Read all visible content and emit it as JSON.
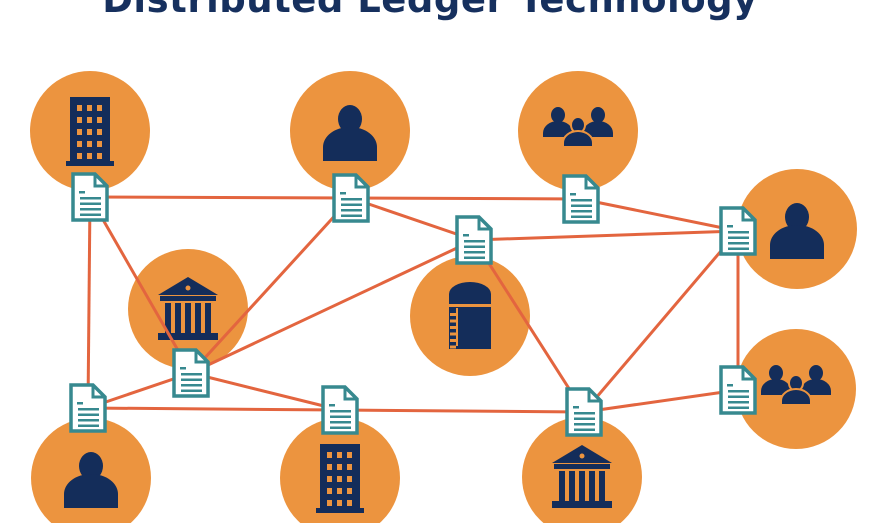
{
  "title": "Distributed Ledger Technology",
  "colors": {
    "node": "#ec943f",
    "icon": "#142d5a",
    "line": "#e3653f",
    "doc_border": "#37898f",
    "doc_lines": "#37898f"
  },
  "nodes": [
    {
      "id": "n1",
      "icon": "office-building-icon"
    },
    {
      "id": "n2",
      "icon": "person-icon"
    },
    {
      "id": "n3",
      "icon": "group-icon"
    },
    {
      "id": "n4",
      "icon": "person-icon"
    },
    {
      "id": "n5",
      "icon": "bank-icon"
    },
    {
      "id": "n6",
      "icon": "tower-icon"
    },
    {
      "id": "n7",
      "icon": "group-icon"
    },
    {
      "id": "n8",
      "icon": "person-icon"
    },
    {
      "id": "n9",
      "icon": "office-building-icon"
    },
    {
      "id": "n10",
      "icon": "bank-icon"
    }
  ],
  "ledgers": [
    {
      "id": "d1",
      "icon": "ledger-document-icon"
    },
    {
      "id": "d2",
      "icon": "ledger-document-icon"
    },
    {
      "id": "d3",
      "icon": "ledger-document-icon"
    },
    {
      "id": "d4",
      "icon": "ledger-document-icon"
    },
    {
      "id": "d5",
      "icon": "ledger-document-icon"
    },
    {
      "id": "d6",
      "icon": "ledger-document-icon"
    },
    {
      "id": "d7",
      "icon": "ledger-document-icon"
    },
    {
      "id": "d8",
      "icon": "ledger-document-icon"
    },
    {
      "id": "d9",
      "icon": "ledger-document-icon"
    },
    {
      "id": "d10",
      "icon": "ledger-document-icon"
    }
  ],
  "connections": [
    [
      "d1",
      "d2"
    ],
    [
      "d2",
      "d3"
    ],
    [
      "d3",
      "d4"
    ],
    [
      "d2",
      "d5"
    ],
    [
      "d5",
      "d4"
    ],
    [
      "d1",
      "d7"
    ],
    [
      "d1",
      "d6"
    ],
    [
      "d2",
      "d6"
    ],
    [
      "d5",
      "d6"
    ],
    [
      "d5",
      "d9"
    ],
    [
      "d4",
      "d9"
    ],
    [
      "d4",
      "d10"
    ],
    [
      "d7",
      "d6"
    ],
    [
      "d7",
      "d8"
    ],
    [
      "d6",
      "d8"
    ],
    [
      "d8",
      "d9"
    ],
    [
      "d9",
      "d10"
    ]
  ]
}
